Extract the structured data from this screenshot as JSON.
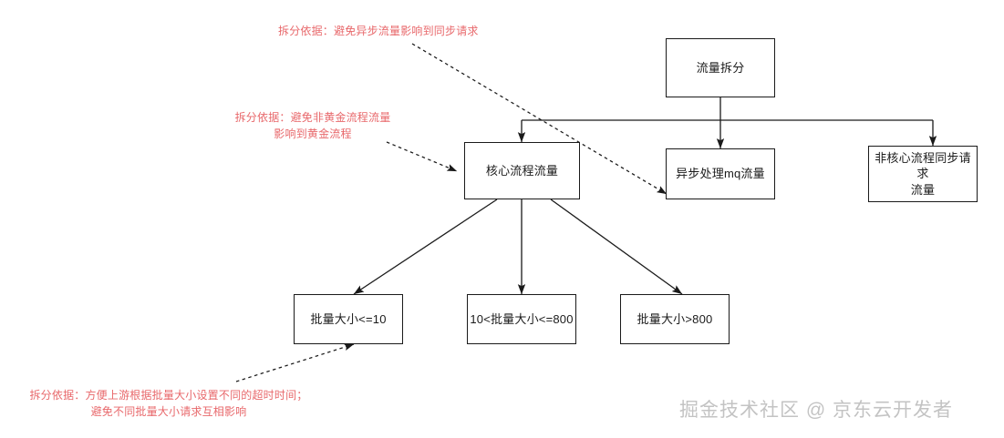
{
  "diagram": {
    "title": "流量拆分",
    "nodes": [
      {
        "id": "root",
        "label": "流量拆分"
      },
      {
        "id": "core",
        "label": "核心流程流量"
      },
      {
        "id": "async_mq",
        "label": "异步处理mq流量"
      },
      {
        "id": "noncore",
        "label": "非核心流程同步请求\n流量"
      },
      {
        "id": "batch_small",
        "label": "批量大小<=10"
      },
      {
        "id": "batch_mid",
        "label": "10<批量大小<=800"
      },
      {
        "id": "batch_large",
        "label": "批量大小>800"
      }
    ],
    "annotations": [
      {
        "id": "note_async",
        "text": "拆分依据：避免异步流量影响到同步请求"
      },
      {
        "id": "note_core",
        "text": "拆分依据：避免非黄金流程流量\n影响到黄金流程"
      },
      {
        "id": "note_batch",
        "text": "拆分依据：方便上游根据批量大小设置不同的超时时间；\n避免不同批量大小请求互相影响"
      }
    ],
    "edges": [
      {
        "from": "root",
        "to": "core",
        "style": "solid"
      },
      {
        "from": "root",
        "to": "async_mq",
        "style": "solid"
      },
      {
        "from": "root",
        "to": "noncore",
        "style": "solid"
      },
      {
        "from": "core",
        "to": "batch_small",
        "style": "solid"
      },
      {
        "from": "core",
        "to": "batch_mid",
        "style": "solid"
      },
      {
        "from": "core",
        "to": "batch_large",
        "style": "solid"
      },
      {
        "from": "note_async",
        "to": "async_mq",
        "style": "dashed"
      },
      {
        "from": "note_core",
        "to": "core",
        "style": "dashed"
      },
      {
        "from": "note_batch",
        "to": "batch_small",
        "style": "dashed"
      }
    ],
    "watermark": "掘金技术社区 @ 京东云开发者",
    "colors": {
      "annotation": "#e8686b",
      "node_border": "#1a1a1a",
      "node_text": "#1b1b1b",
      "edge": "#1a1a1a",
      "watermark": "#b9b9b9",
      "background": "#ffffff"
    }
  }
}
